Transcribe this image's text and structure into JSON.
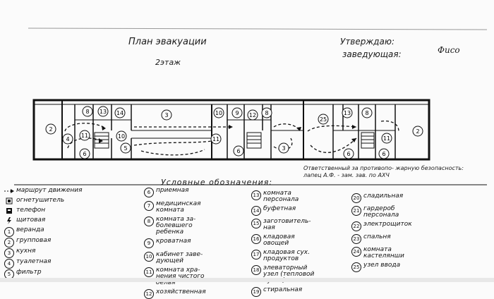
{
  "header": {
    "title": "План эвакуации",
    "floor": "2этаж",
    "approve_line1": "Утверждаю:",
    "approve_line2": "заведующая:",
    "signature": "Фисо"
  },
  "legend_title": "Условные обозначения:",
  "responsible": "Ответственный за противопо- жарную безопасность: лапец А.Ф. - зам. зав. по АХЧ",
  "room_labels": [
    "2",
    "8",
    "13",
    "14",
    "3",
    "10",
    "9",
    "12",
    "8",
    "25",
    "13",
    "8",
    "11",
    "10",
    "6",
    "5",
    "4",
    "6",
    "11",
    "3",
    "11",
    "6",
    "2",
    "6"
  ],
  "legend": {
    "symbols": [
      {
        "label": "маршрут движения",
        "icon": "arrow-dashed-icon"
      },
      {
        "label": "огнетушитель",
        "icon": "extinguisher-icon"
      },
      {
        "label": "телефон",
        "icon": "phone-icon"
      },
      {
        "label": "щитовая",
        "icon": "lightning-icon"
      }
    ],
    "col1": [
      {
        "num": "1",
        "label": "веранда"
      },
      {
        "num": "2",
        "label": "групповая"
      },
      {
        "num": "3",
        "label": "кухня"
      },
      {
        "num": "4",
        "label": "туалетная"
      },
      {
        "num": "5",
        "label": "фильтр"
      }
    ],
    "col2": [
      {
        "num": "6",
        "label": "приемная"
      },
      {
        "num": "7",
        "label": "медицинская\nкомната"
      },
      {
        "num": "8",
        "label": "комната за-\nболевшего\nребенка"
      },
      {
        "num": "9",
        "label": "кроватная"
      },
      {
        "num": "10",
        "label": "кабинет заве-\nдующей"
      },
      {
        "num": "11",
        "label": "комната хра-\nнения чистого\nбелья"
      },
      {
        "num": "12",
        "label": "хозяйственная"
      }
    ],
    "col3": [
      {
        "num": "13",
        "label": "комната\nперсонала"
      },
      {
        "num": "14",
        "label": "буфетная"
      },
      {
        "num": "15",
        "label": "заготовитель-\nная"
      },
      {
        "num": "16",
        "label": "кладовая\nовощей"
      },
      {
        "num": "17",
        "label": "кладовая сух.\nпродуктов"
      },
      {
        "num": "18",
        "label": "элеваторный\nузел (тепловой\nпункт)"
      },
      {
        "num": "19",
        "label": "стиральная"
      }
    ],
    "col4": [
      {
        "num": "20",
        "label": "сладильная"
      },
      {
        "num": "21",
        "label": "гардероб\nперсонала"
      },
      {
        "num": "22",
        "label": "электрощиток"
      },
      {
        "num": "23",
        "label": "спальня"
      },
      {
        "num": "24",
        "label": "комната\nкастелянши"
      },
      {
        "num": "25",
        "label": "узел ввода"
      }
    ]
  }
}
